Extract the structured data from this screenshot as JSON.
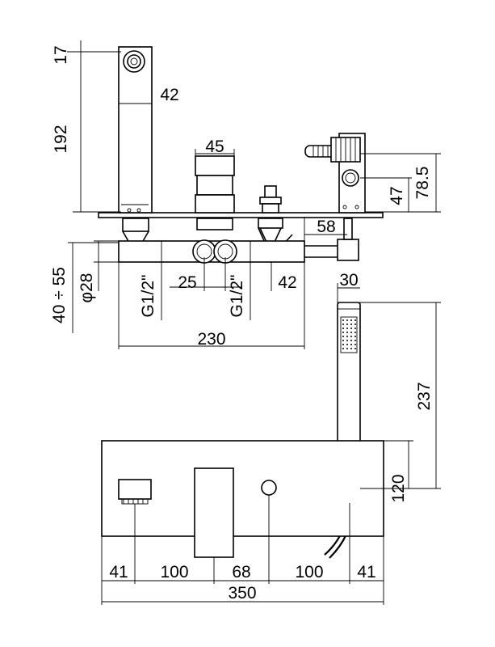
{
  "diagram": {
    "dimensions": {
      "spout_top": "17",
      "spout_height": "192",
      "spout_width": "42",
      "mixer_width": "45",
      "hand_shower_holder": "78.5",
      "holder_center": "47",
      "outlet_offset": "58",
      "depth_range": "40 ÷ 55",
      "pipe_diameter": "φ28",
      "inlet_left": "G1/2\"",
      "inlet_spacing": "25",
      "inlet_right": "G1/2\"",
      "diverter_width": "42",
      "hand_shower_width": "30",
      "total_depth": "230",
      "hand_shower_length": "237",
      "plate_height": "120",
      "front_a": "41",
      "front_b": "100",
      "front_c": "68",
      "front_d": "100",
      "front_e": "41",
      "plate_width": "350"
    }
  }
}
